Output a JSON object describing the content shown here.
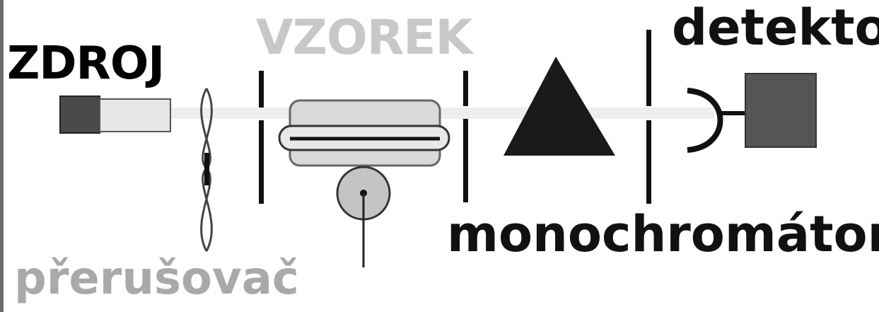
{
  "labels": {
    "source": "ZDROJ",
    "sample": "VZOREK",
    "detector": "detektor",
    "monochromator": "monochromátor",
    "chopper": "přerušovač"
  },
  "colors": {
    "source_dark": "#4a4a4a",
    "source_light": "#e6e6e6",
    "beam": "#eeeeee",
    "sample_fill": "#d9d9d9",
    "prism": "#1a1a1a",
    "detector_box": "#555555",
    "sample_label": "#c8c8c8",
    "chopper_label": "#a9a9a9"
  }
}
